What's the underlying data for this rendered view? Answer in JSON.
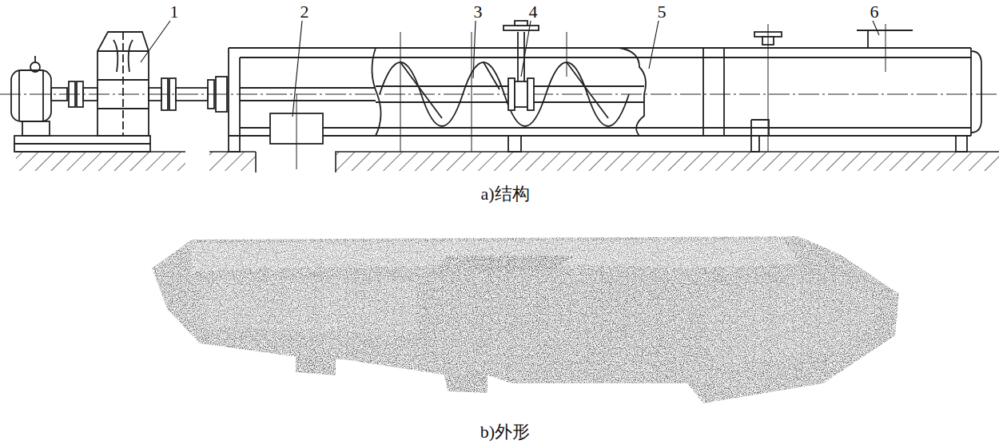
{
  "diagram": {
    "labels": [
      "1",
      "2",
      "3",
      "4",
      "5",
      "6",
      "a)结构",
      "b)外形"
    ]
  }
}
